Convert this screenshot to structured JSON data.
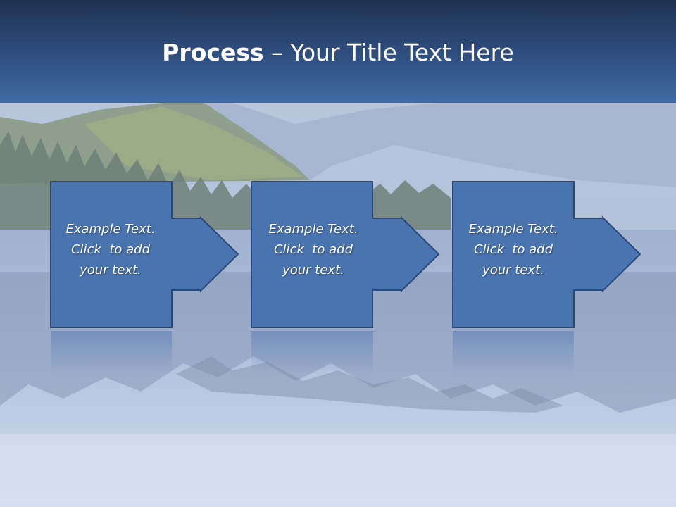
{
  "slide": {
    "title_bold": "Process",
    "title_rest": " – Your Title Text Here"
  },
  "steps": [
    {
      "line1": "Example Text.",
      "line2": "Click  to add",
      "line3": "your text."
    },
    {
      "line1": "Example Text.",
      "line2": "Click  to add",
      "line3": "your text."
    },
    {
      "line1": "Example Text.",
      "line2": "Click  to add",
      "line3": "your text."
    }
  ],
  "colors": {
    "header_top": "#1e3150",
    "header_bottom": "#3f6aa4",
    "box_fill": "#4a74b0",
    "box_stroke": "#2a4a78"
  }
}
